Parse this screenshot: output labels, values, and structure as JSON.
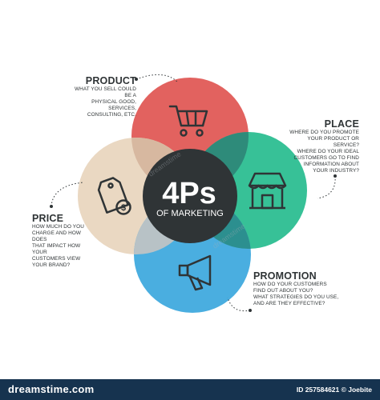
{
  "center": {
    "title": "4Ps",
    "subtitle": "OF MARKETING"
  },
  "product": {
    "heading": "PRODUCT",
    "lines": [
      "WHAT YOU SELL COULD BE A",
      "PHYSICAL GOOD, SERVICES,",
      "CONSULTING, ETC."
    ],
    "color": "#e2625f",
    "icon": "shopping-cart-icon"
  },
  "place": {
    "heading": "PLACE",
    "lines": [
      "WHERE DO YOU PROMOTE",
      "YOUR PRODUCT OR SERVICE?",
      "WHERE DO YOUR IDEAL",
      "CUSTOMERS GO TO FIND",
      "INFORMATION ABOUT",
      "YOUR INDUSTRY?"
    ],
    "color": "#37c197",
    "icon": "storefront-icon"
  },
  "price": {
    "heading": "PRICE",
    "lines": [
      "HOW MUCH DO YOU",
      "CHARGE AND HOW DOES",
      "THAT IMPACT HOW YOUR",
      "CUSTOMERS VIEW",
      "YOUR BRAND?"
    ],
    "color": "#ead8c2",
    "icon": "price-tag-icon"
  },
  "promotion": {
    "heading": "PROMOTION",
    "lines": [
      "HOW DO YOUR CUSTOMERS",
      "FIND OUT ABOUT YOU?",
      "WHAT STRATEGIES DO YOU USE,",
      "AND ARE THEY EFFECTIVE?"
    ],
    "color": "#4aaee0",
    "icon": "megaphone-icon"
  },
  "footer": {
    "brand": "dreamstime.com",
    "id_text": "ID 257584621 © Joebite"
  },
  "watermark": "dreamstime"
}
